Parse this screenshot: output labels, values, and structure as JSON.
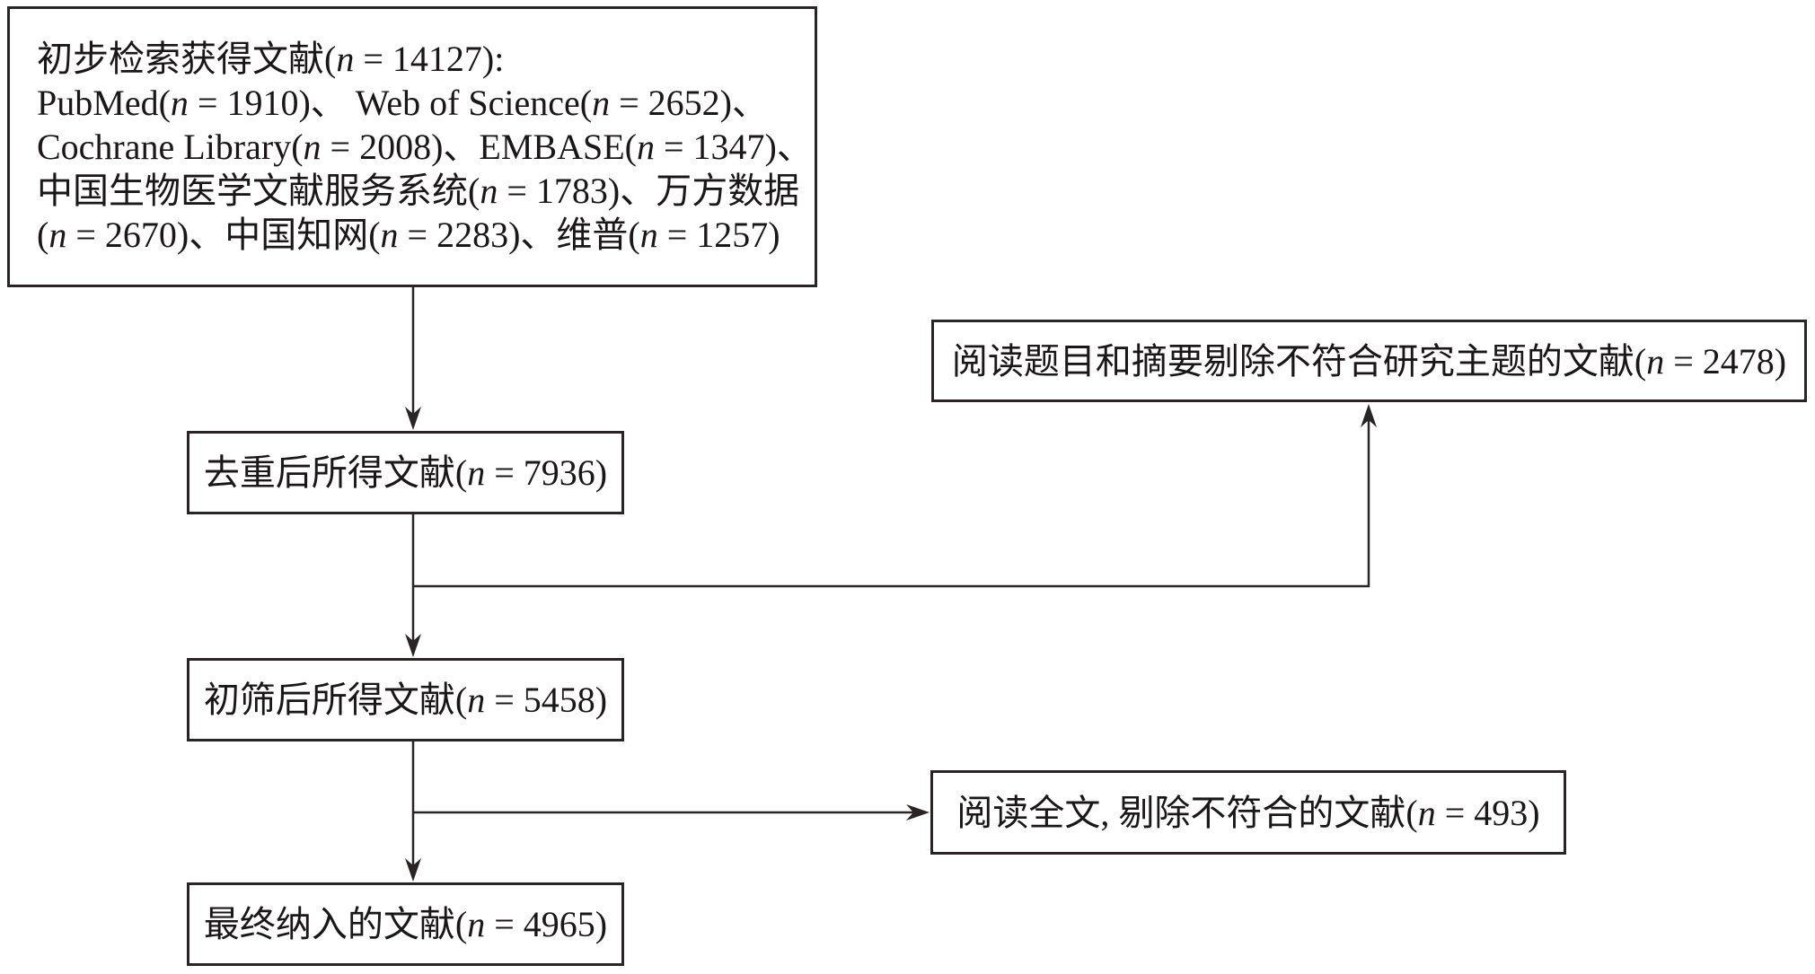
{
  "colors": {
    "line": "#2a2425",
    "text": "#1b1718",
    "background": "#ffffff"
  },
  "flow": {
    "initial_search": {
      "lines": [
        "初步检索获得文献(n = 14127):",
        "PubMed(n = 1910)、 Web of Science(n = 2652)、",
        "Cochrane Library(n = 2008)、EMBASE(n = 1347)、",
        "中国生物医学文献服务系统(n = 1783)、万方数据",
        "(n = 2670)、中国知网(n = 2283)、维普(n = 1257)"
      ],
      "counts": {
        "total": 14127,
        "PubMed": 1910,
        "Web of Science": 2652,
        "Cochrane Library": 2008,
        "EMBASE": 1347,
        "中国生物医学文献服务系统": 1783,
        "万方数据": 2670,
        "中国知网": 2283,
        "维普": 1257
      }
    },
    "after_dedup": {
      "label": "去重后所得文献(n = 7936)",
      "count": 7936
    },
    "excluded_title_abstract": {
      "label": "阅读题目和摘要剔除不符合研究主题的文献(n = 2478)",
      "count": 2478
    },
    "after_screening": {
      "label": "初筛后所得文献(n = 5458)",
      "count": 5458
    },
    "excluded_fulltext": {
      "label": "阅读全文, 剔除不符合的文献(n = 493)",
      "count": 493
    },
    "final_included": {
      "label": "最终纳入的文献(n = 4965)",
      "count": 4965
    }
  }
}
